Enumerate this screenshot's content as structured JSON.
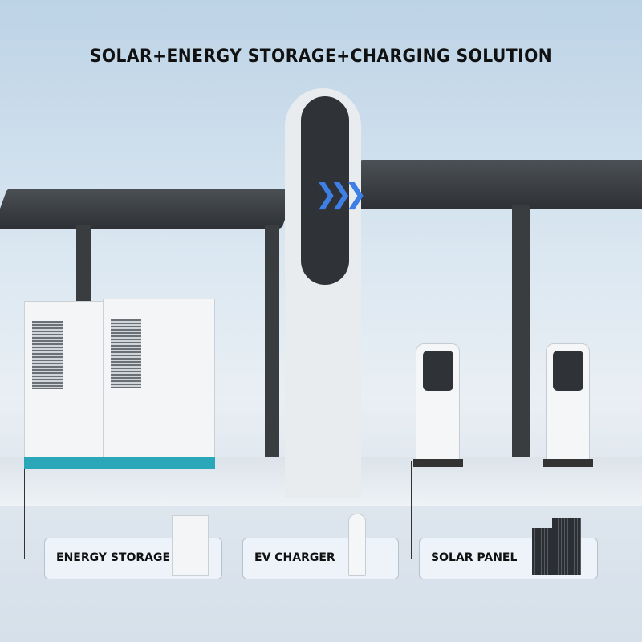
{
  "title": "SOLAR+ENERGY STORAGE+CHARGING SOLUTION",
  "cards": [
    {
      "label": "ENERGY STORAGE",
      "icon": "energy-storage-cabinet"
    },
    {
      "label": "EV CHARGER",
      "icon": "ev-charger"
    },
    {
      "label": "SOLAR PANEL",
      "icon": "solar-panel"
    }
  ],
  "colors": {
    "accent": "#3e7fe6",
    "text": "#111111",
    "teal": "#2aa7b8"
  }
}
